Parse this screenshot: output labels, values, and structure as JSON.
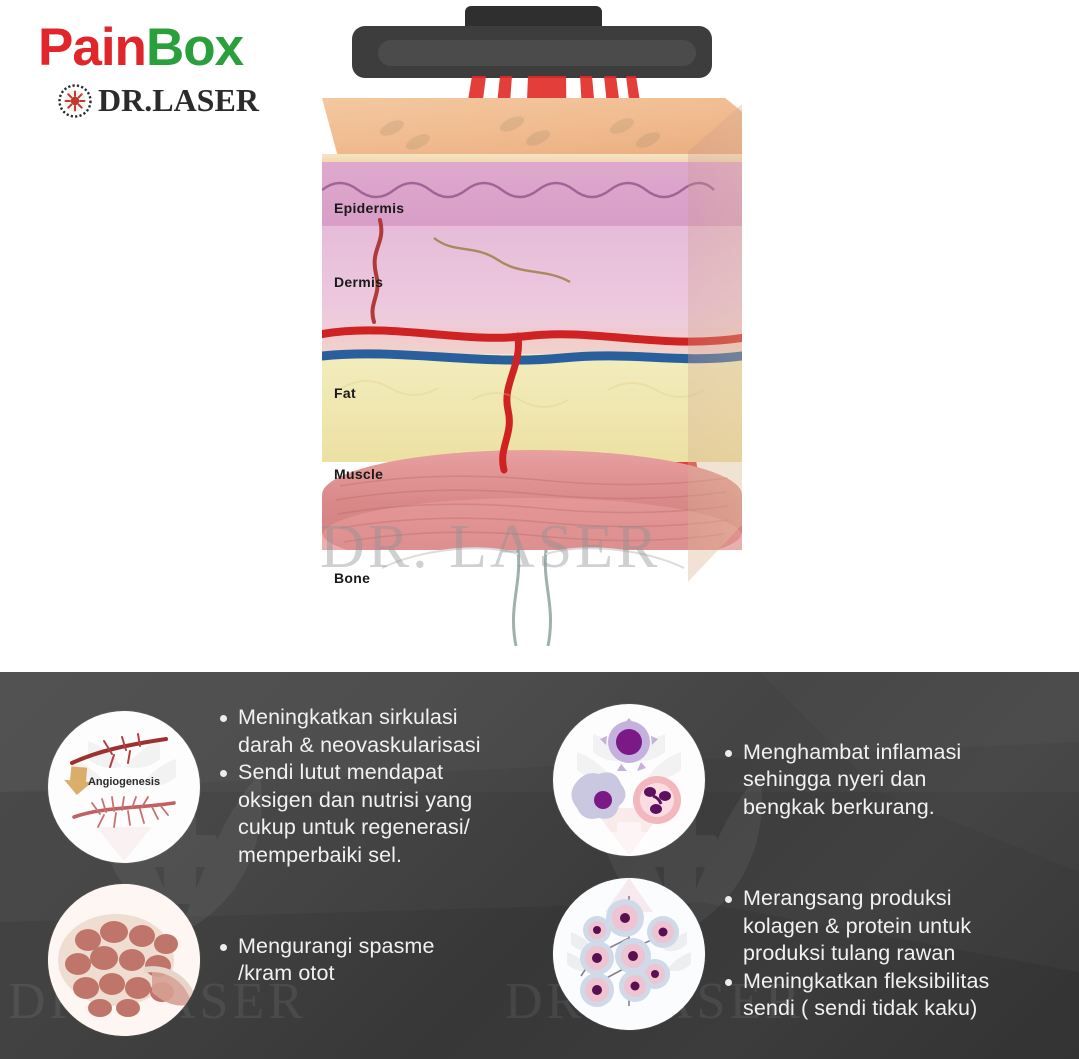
{
  "logo": {
    "pain": "Pain",
    "box": "Box",
    "sub": "DR.LASER",
    "rosette_icon": "rosette-icon",
    "pain_color": "#e0262b",
    "box_color": "#2aa03c"
  },
  "device": {
    "name": "laser-device",
    "body_color": "#3d3d3d",
    "beam_color": "#e02a25"
  },
  "diagram": {
    "watermark": "DR. LASER",
    "labels": [
      {
        "key": "epidermis",
        "text": "Epidermis"
      },
      {
        "key": "dermis",
        "text": "Dermis"
      },
      {
        "key": "fat",
        "text": "Fat"
      },
      {
        "key": "muscle",
        "text": "Muscle"
      },
      {
        "key": "bone",
        "text": "Bone"
      }
    ]
  },
  "benefits": [
    {
      "icon": "angiogenesis-icon",
      "icon_caption": "Angiogenesis",
      "bullets": [
        "Meningkatkan sirkulasi\ndarah & neovaskularisasi",
        "Sendi lutut mendapat\noksigen dan nutrisi yang\ncukup untuk regenerasi/\nmemperbaiki sel."
      ]
    },
    {
      "icon": "inflammation-cells-icon",
      "icon_caption": "",
      "bullets": [
        "Menghambat inflamasi\nsehingga nyeri dan\nbengkak berkurang."
      ]
    },
    {
      "icon": "muscle-fibers-icon",
      "icon_caption": "",
      "bullets": [
        "Mengurangi spasme\n/kram otot"
      ]
    },
    {
      "icon": "cartilage-cells-icon",
      "icon_caption": "",
      "bullets": [
        "Merangsang produksi\nkolagen & protein untuk\nproduksi tulang rawan",
        "Meningkatkan fleksibilitas\nsendi ( sendi tidak kaku)"
      ]
    }
  ],
  "panel": {
    "watermark": "DR. LASER",
    "background_color": "#414141"
  }
}
